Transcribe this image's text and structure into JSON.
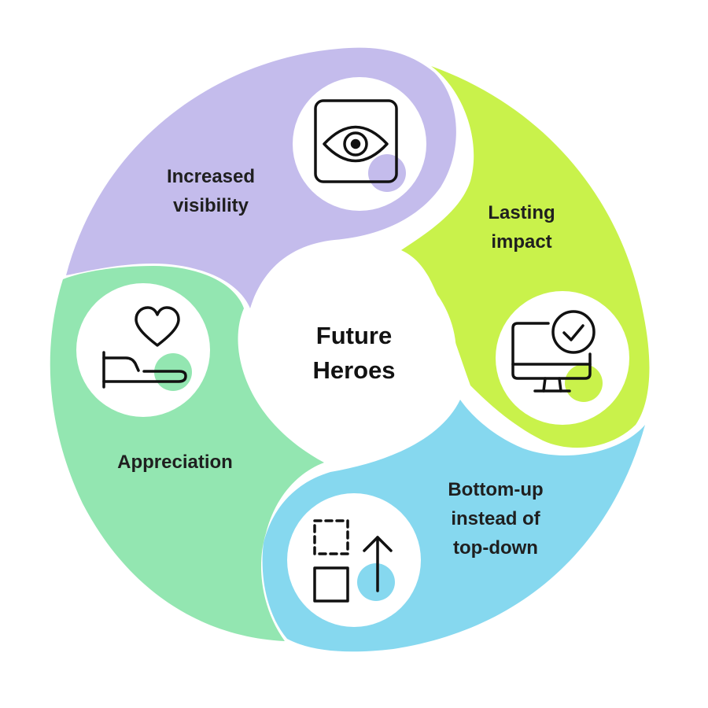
{
  "center": {
    "line1": "Future",
    "line2": "Heroes"
  },
  "segments": [
    {
      "id": "visibility",
      "label_line1": "Increased",
      "label_line2": "visibility",
      "color": "#c4bcec",
      "icon": "eye-icon"
    },
    {
      "id": "impact",
      "label_line1": "Lasting",
      "label_line2": "impact",
      "color": "#c9f24b",
      "icon": "monitor-check-icon"
    },
    {
      "id": "bottom-up",
      "label_line1": "Bottom-up",
      "label_line2": "instead of",
      "label_line3": "top-down",
      "color": "#86d8ef",
      "icon": "squares-arrow-up-icon"
    },
    {
      "id": "appreciation",
      "label_line1": "Appreciation",
      "color": "#93e6b1",
      "icon": "hand-heart-icon"
    }
  ]
}
